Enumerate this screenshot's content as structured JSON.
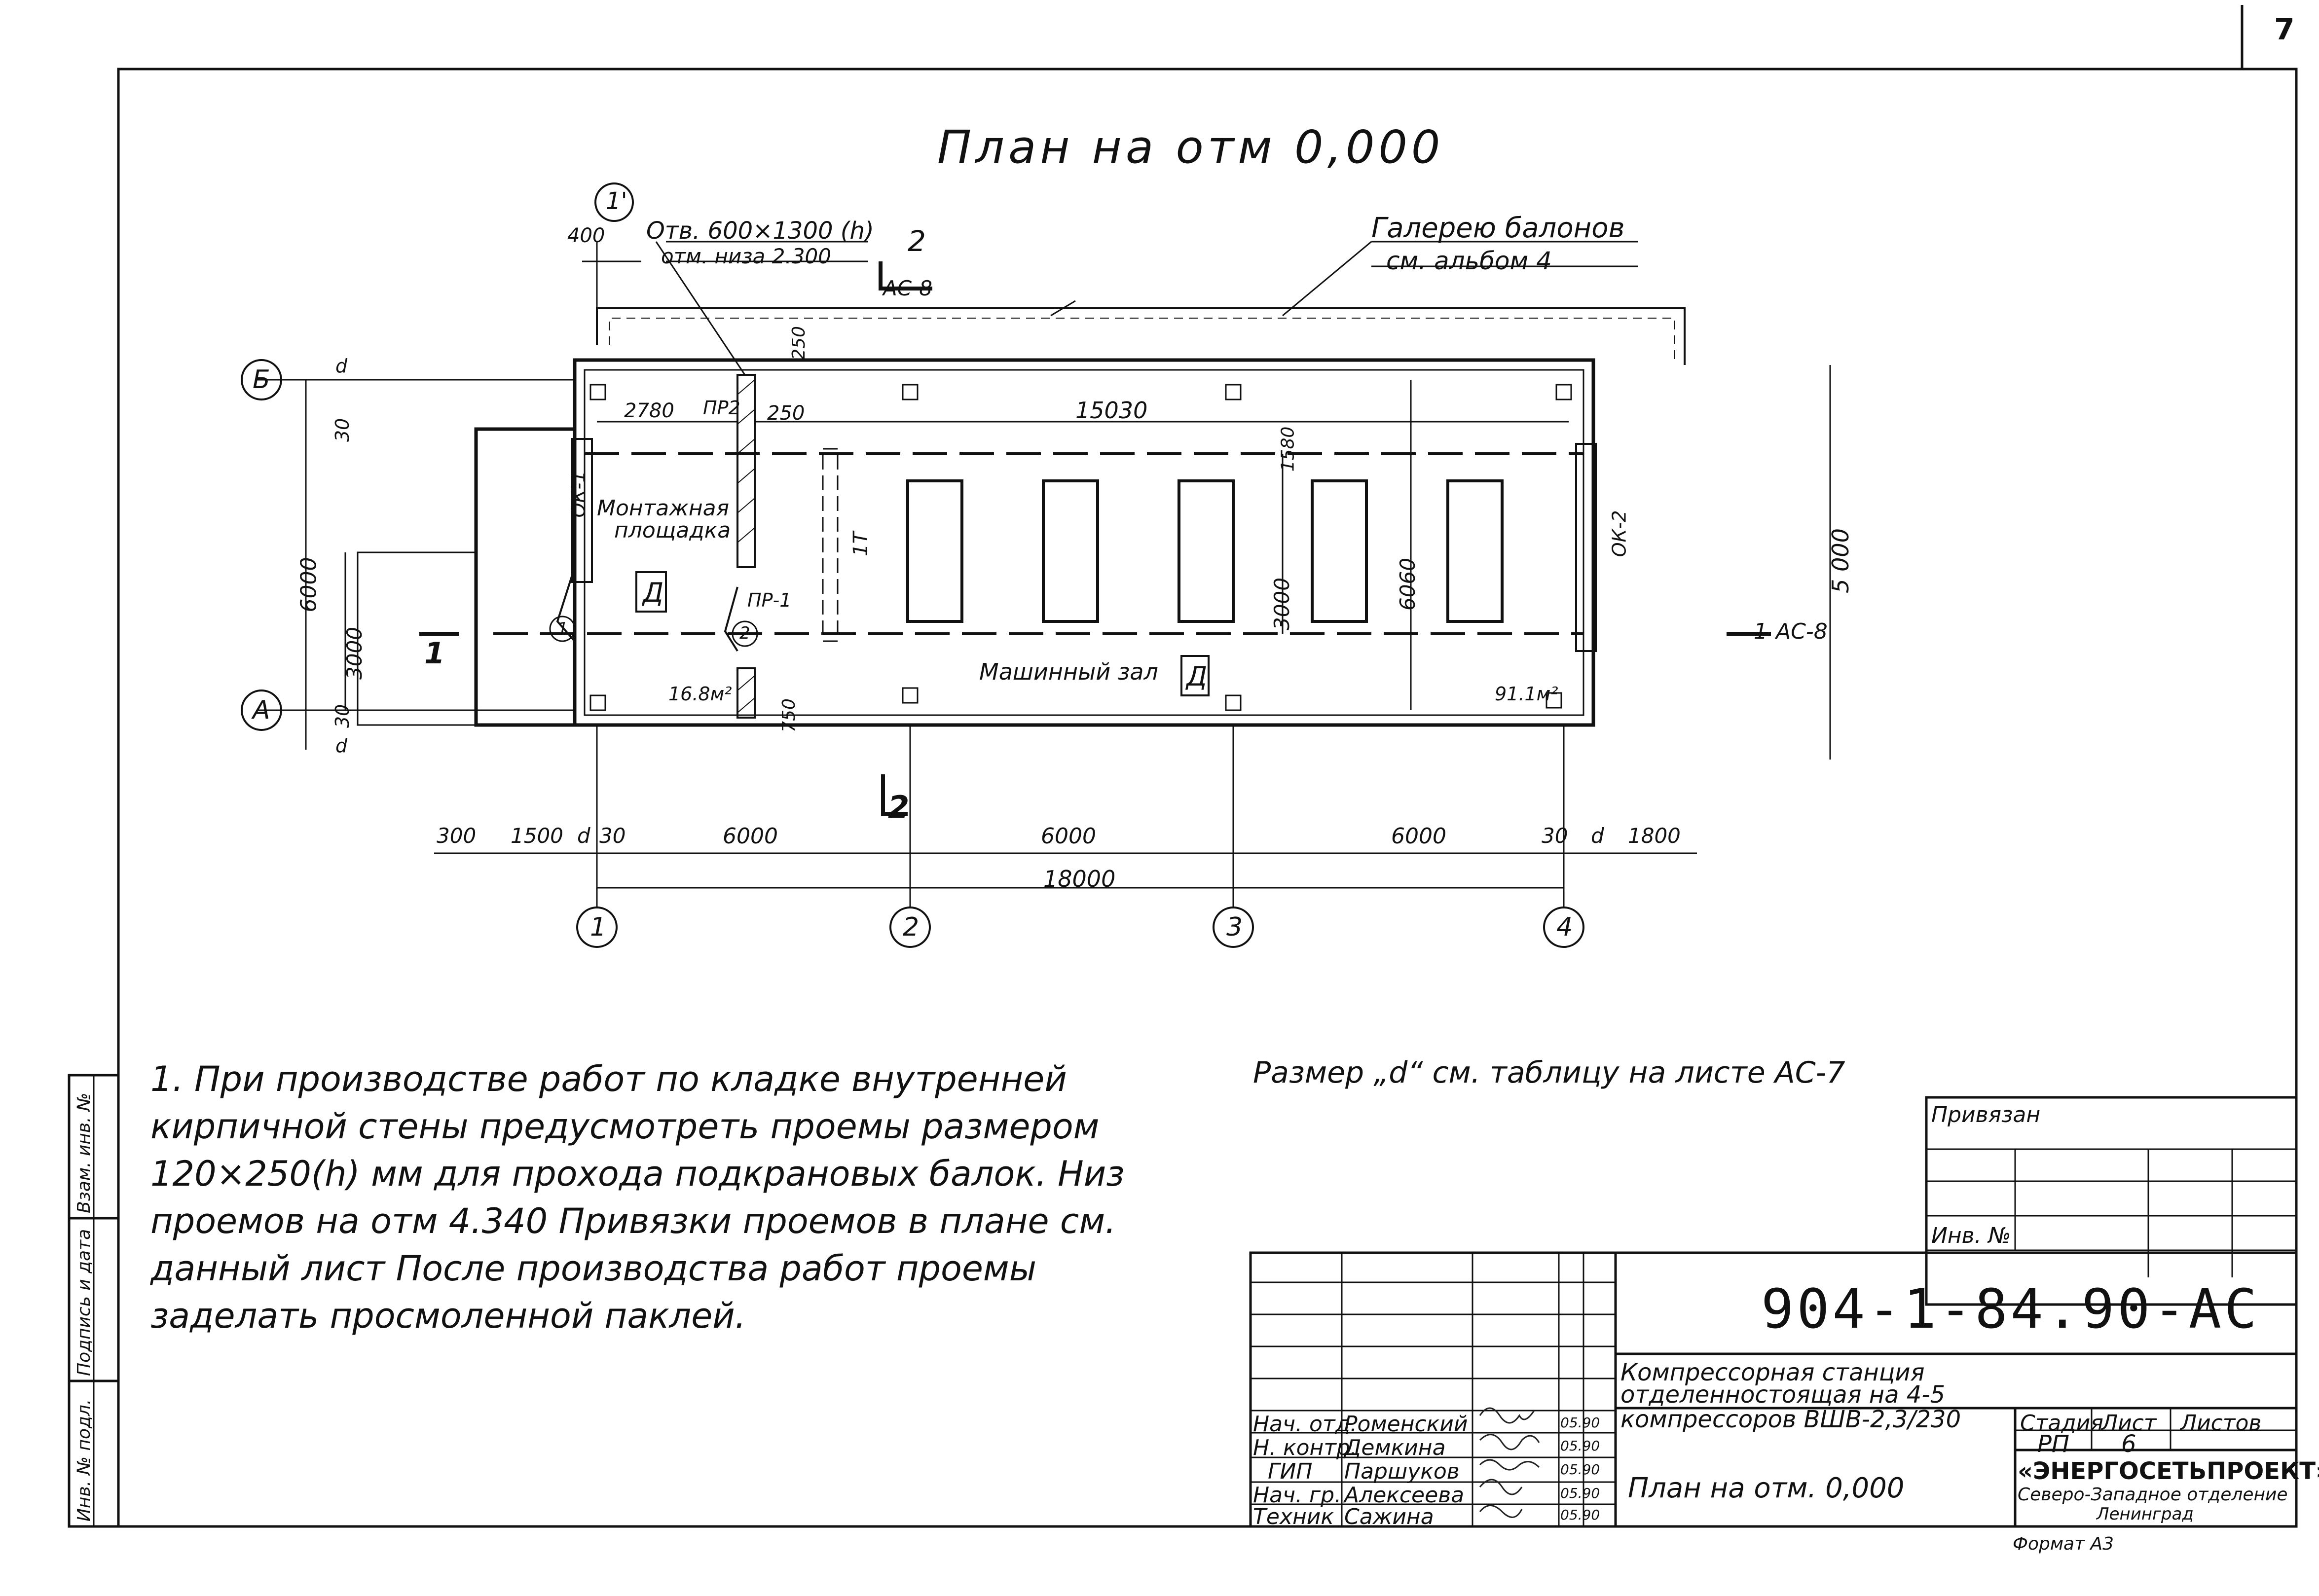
{
  "sheet": {
    "number": "7",
    "format": "Формат А3"
  },
  "plan": {
    "title": "План на отм 0,000",
    "callouts": {
      "opening": "Отв. 600×1300 (h)",
      "opening_bottom": "отм. низа 2.300",
      "section_top": "2",
      "section_top_ref": "АС-8",
      "gallery_1": "Галерею балонов",
      "gallery_2": "см. альбом 4",
      "section_right": "1",
      "section_right_ref": "АС-8",
      "section_left": "1",
      "section_bottom": "2"
    },
    "rooms": [
      {
        "name": "Монтажная площадка",
        "category": "Д",
        "area": "16.8м²"
      },
      {
        "name": "Машинный зал",
        "category": "Д",
        "area": "91.1м²"
      }
    ],
    "labels": {
      "ok1": "ОК-1",
      "ok2": "ОК-2",
      "pr1": "ПР-1",
      "pr2": "ПР2",
      "crane": "1Т",
      "montage_1": "Монтажная",
      "montage_2": "площадка",
      "hall": "Машинный зал",
      "cat_d": "Д",
      "area_1": "16.8м²",
      "area_2": "91.1м²",
      "bubble_1": "1",
      "bubble_2": "2"
    },
    "axes": {
      "letters": [
        "Б",
        "А"
      ],
      "numbers": [
        "1",
        "2",
        "3",
        "4"
      ],
      "top": "1'"
    },
    "dims": {
      "d400": "400",
      "d250v": "250",
      "d30a": "30",
      "d6000v": "6000",
      "d3000v": "3000",
      "d30b": "30",
      "d_a": "d",
      "d_b": "d",
      "d2780": "2780",
      "d250": "250",
      "d15030": "15030",
      "d1580": "1580",
      "d3000c": "3000",
      "d6060": "6060",
      "d5000": "5 000",
      "d750": "750",
      "bottom": [
        "300",
        "1500",
        "d",
        "30",
        "6000",
        "6000",
        "6000",
        "30",
        "d",
        "1800"
      ],
      "total": "18000"
    }
  },
  "notes": {
    "main": "1. При производстве работ по кладке внутренней кирпичной стены предусмотреть проемы размером 120×250(h) мм для прохода подкрановых балок. Низ проемов на отм 4.340 Привязки проемов в плане см. данный лист После производства работ проемы заделать просмоленной паклей.",
    "size_ref": "Размер „d“ см. таблицу на листе АС-7"
  },
  "title_block": {
    "privyazan": "Привязан",
    "inv_no": "Инв. №",
    "code": "904-1-84.90-АС",
    "project_1": "Компрессорная станция",
    "project_2": "отделенностоящая на 4-5",
    "project_3": "компрессоров ВШВ-2,3/230",
    "sheet_title": "План на отм. 0,000",
    "stage_h": "Стадия",
    "sheet_h": "Лист",
    "sheets_h": "Листов",
    "stage": "РП",
    "sheet_no": "6",
    "org_1": "«ЭНЕРГОСЕТЬПРОЕКТ»",
    "org_2": "Северо-Западное отделение",
    "org_3": "Ленинград",
    "staff": [
      {
        "role": "Нач. отд.",
        "name": "Роменский",
        "date": "05.90"
      },
      {
        "role": "Н. контр.",
        "name": "Демкина",
        "date": "05.90"
      },
      {
        "role": "ГИП",
        "name": "Паршуков",
        "date": "05.90"
      },
      {
        "role": "Нач. гр.",
        "name": "Алексеева",
        "date": "05.90"
      },
      {
        "role": "Техник",
        "name": "Сажина",
        "date": "05.90"
      }
    ]
  },
  "side_stamp": {
    "inv_podl": "Инв. № подл.",
    "podpis": "Подпись и дата",
    "vzam": "Взам. инв. №"
  }
}
